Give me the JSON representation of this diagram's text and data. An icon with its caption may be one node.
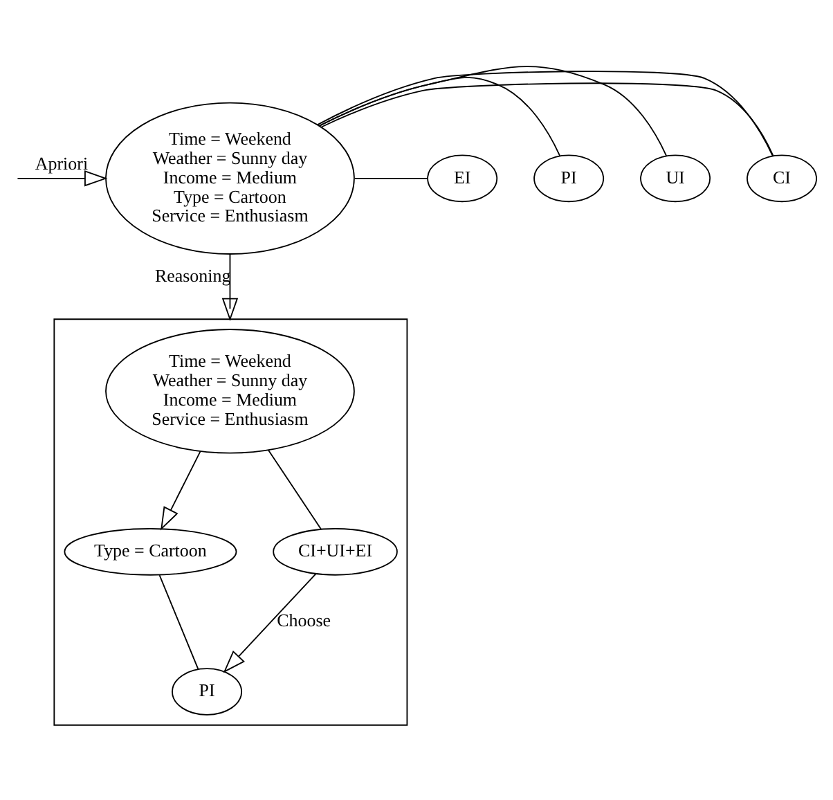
{
  "diagram": {
    "nodes": [
      {
        "text": [
          "Time = Weekend",
          "Weather = Sunny day",
          "Income = Medium",
          "Type = Cartoon",
          "Service = Enthusiasm"
        ]
      },
      {
        "text": [
          "CI"
        ]
      },
      {
        "text": [
          "UI"
        ]
      },
      {
        "text": [
          "PI"
        ]
      },
      {
        "text": [
          "EI"
        ]
      },
      {
        "text": [],
        "shape": "box"
      },
      {
        "text": [
          "Time = Weekend",
          "Weather = Sunny day",
          "Income = Medium",
          "Service = Enthusiasm"
        ],
        "in": 5
      },
      {
        "text": [
          "Type = Cartoon"
        ],
        "in": 5
      },
      {
        "text": [
          "CI+UI+EI"
        ],
        "in": 5
      },
      {
        "text": [
          "PI"
        ],
        "in": 5
      }
    ],
    "edges": [
      {
        "from": null,
        "to": 0,
        "arrow": "to",
        "label": "Apriori"
      },
      {
        "from": 0,
        "to": 1,
        "arrow": "none"
      },
      {
        "from": 0,
        "to": 1,
        "arrow": "none"
      },
      {
        "from": 0,
        "to": 2,
        "arrow": "none"
      },
      {
        "from": 0,
        "to": 3,
        "arrow": "none"
      },
      {
        "from": 0,
        "to": 4,
        "arrow": "none"
      },
      {
        "from": 0,
        "to": 5,
        "arrow": "to",
        "label": "Reasoning"
      },
      {
        "from": 6,
        "to": 7,
        "arrow": "to"
      },
      {
        "from": 6,
        "to": 8,
        "arrow": "none"
      },
      {
        "from": 7,
        "to": 9,
        "arrow": "none"
      },
      {
        "from": 8,
        "to": 9,
        "arrow": "to",
        "label": "Choose"
      }
    ]
  }
}
